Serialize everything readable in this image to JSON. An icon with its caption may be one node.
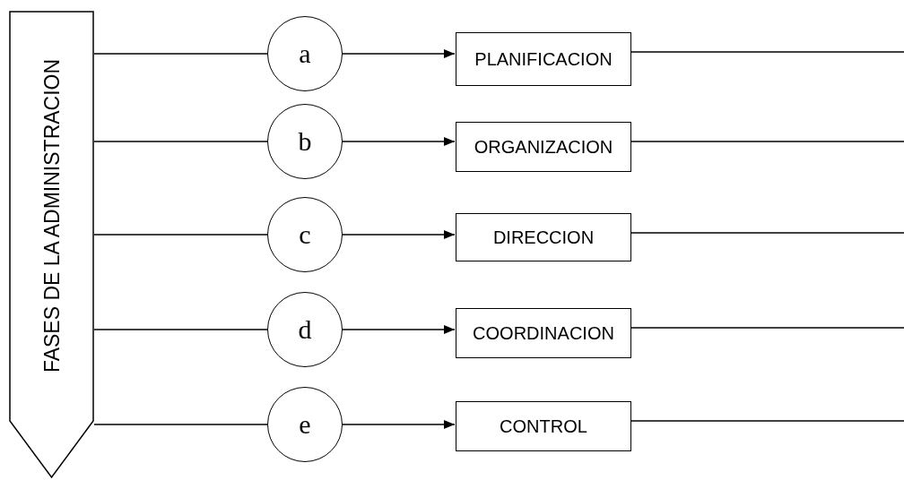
{
  "diagram": {
    "nodes": [
      {
        "text": [
          "FASES DE LA ADMINISTRACION"
        ]
      },
      {
        "text": [
          "a"
        ]
      },
      {
        "text": [
          "PLANIFICACION"
        ]
      },
      {
        "text": [
          "b"
        ]
      },
      {
        "text": [
          "ORGANIZACION"
        ]
      },
      {
        "text": [
          "c"
        ]
      },
      {
        "text": [
          "DIRECCION"
        ]
      },
      {
        "text": [
          "d"
        ]
      },
      {
        "text": [
          "COORDINACION"
        ]
      },
      {
        "text": [
          "e"
        ]
      },
      {
        "text": [
          "CONTROL"
        ]
      }
    ],
    "edges": [
      {
        "from": 0,
        "to": 1,
        "arrow": "none"
      },
      {
        "from": 1,
        "to": 2,
        "arrow": "to"
      },
      {
        "from": 2,
        "to": null,
        "arrow": "none"
      },
      {
        "from": 0,
        "to": 3,
        "arrow": "none"
      },
      {
        "from": 3,
        "to": 4,
        "arrow": "to"
      },
      {
        "from": 4,
        "to": null,
        "arrow": "none"
      },
      {
        "from": 0,
        "to": 5,
        "arrow": "none"
      },
      {
        "from": 5,
        "to": 6,
        "arrow": "to"
      },
      {
        "from": 6,
        "to": null,
        "arrow": "none"
      },
      {
        "from": 0,
        "to": 7,
        "arrow": "none"
      },
      {
        "from": 7,
        "to": 8,
        "arrow": "to"
      },
      {
        "from": 8,
        "to": null,
        "arrow": "none"
      },
      {
        "from": 0,
        "to": 9,
        "arrow": "none"
      },
      {
        "from": 9,
        "to": 10,
        "arrow": "to"
      },
      {
        "from": 10,
        "to": null,
        "arrow": "none"
      }
    ]
  }
}
